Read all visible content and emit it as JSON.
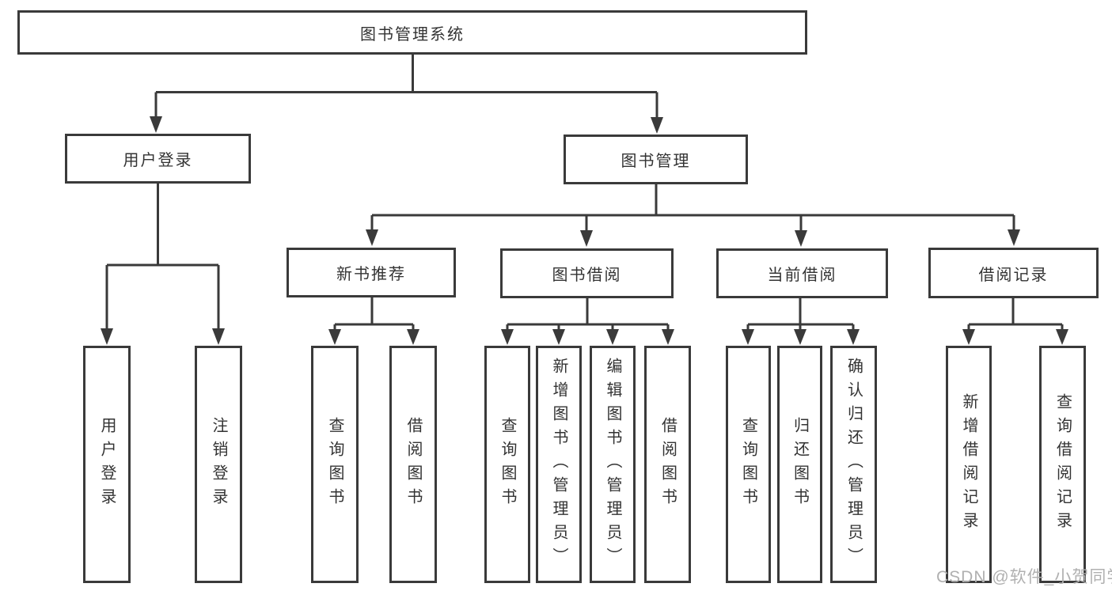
{
  "diagram": {
    "colors": {
      "line": "#3a3a3a",
      "text": "#333333",
      "box_fill": "#ffffff",
      "watermark": "#b0b0b0"
    },
    "tree": {
      "label": "图书管理系统",
      "children": [
        {
          "label": "用户登录",
          "children": [
            {
              "label": "用户登录"
            },
            {
              "label": "注销登录"
            }
          ]
        },
        {
          "label": "图书管理",
          "children": [
            {
              "label": "新书推荐",
              "children": [
                {
                  "label": "查询图书"
                },
                {
                  "label": "借阅图书"
                }
              ]
            },
            {
              "label": "图书借阅",
              "children": [
                {
                  "label": "查询图书"
                },
                {
                  "label": "新增图书（管理员）"
                },
                {
                  "label": "编辑图书（管理员）"
                },
                {
                  "label": "借阅图书"
                }
              ]
            },
            {
              "label": "当前借阅",
              "children": [
                {
                  "label": "查询图书"
                },
                {
                  "label": "归还图书"
                },
                {
                  "label": "确认归还（管理员）"
                }
              ]
            },
            {
              "label": "借阅记录",
              "children": [
                {
                  "label": "新增借阅记录"
                },
                {
                  "label": "查询借阅记录"
                }
              ]
            }
          ]
        }
      ]
    },
    "watermark": {
      "text": "CSDN @软件_小贺同学"
    }
  }
}
